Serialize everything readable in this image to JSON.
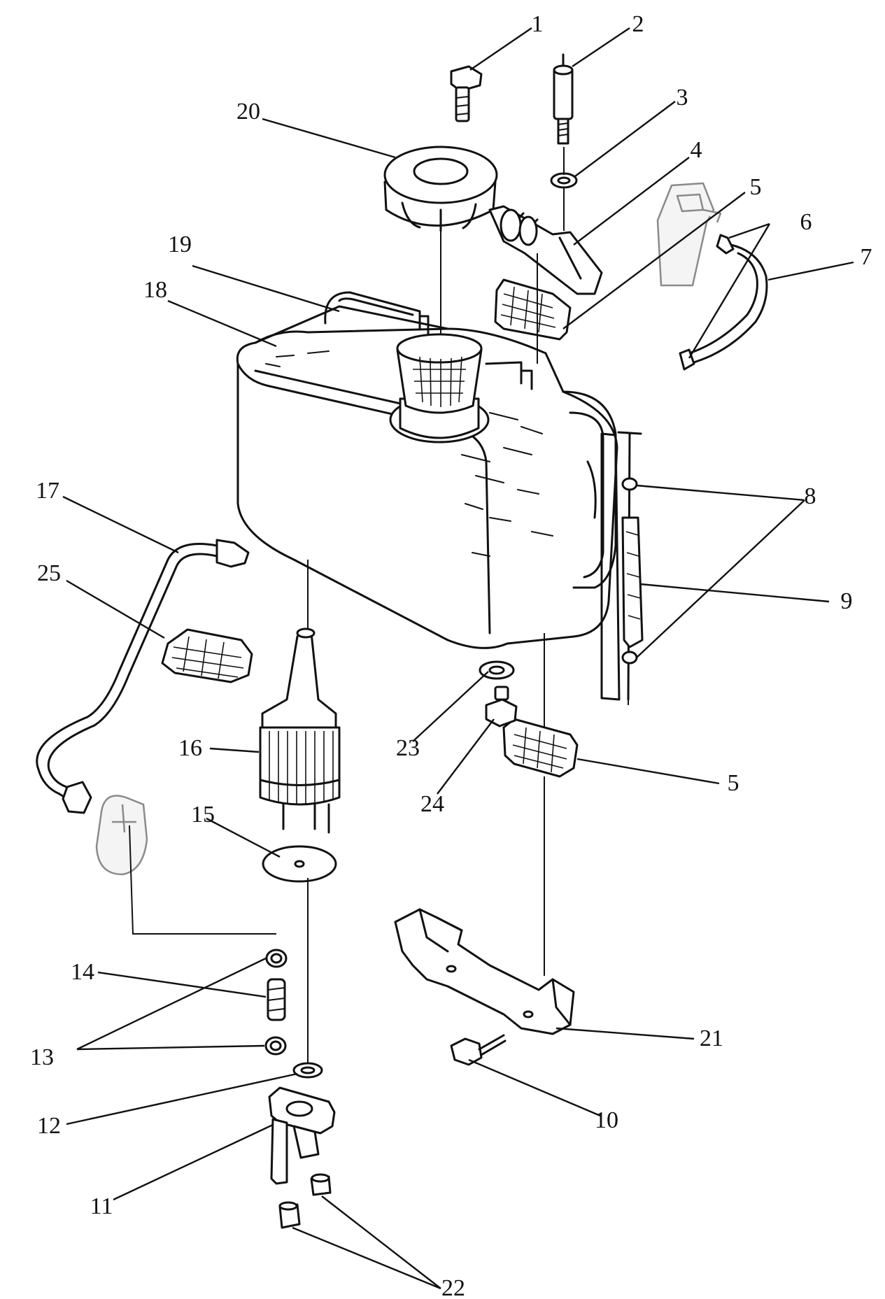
{
  "callouts": [
    {
      "id": "1",
      "text": "1"
    },
    {
      "id": "2",
      "text": "2"
    },
    {
      "id": "3",
      "text": "3"
    },
    {
      "id": "4",
      "text": "4"
    },
    {
      "id": "5a",
      "text": "5"
    },
    {
      "id": "6",
      "text": "6"
    },
    {
      "id": "7",
      "text": "7"
    },
    {
      "id": "8",
      "text": "8"
    },
    {
      "id": "9",
      "text": "9"
    },
    {
      "id": "10",
      "text": "10"
    },
    {
      "id": "11",
      "text": "11"
    },
    {
      "id": "12",
      "text": "12"
    },
    {
      "id": "13",
      "text": "13"
    },
    {
      "id": "14",
      "text": "14"
    },
    {
      "id": "15",
      "text": "15"
    },
    {
      "id": "16",
      "text": "16"
    },
    {
      "id": "17",
      "text": "17"
    },
    {
      "id": "18",
      "text": "18"
    },
    {
      "id": "19",
      "text": "19"
    },
    {
      "id": "20",
      "text": "20"
    },
    {
      "id": "21",
      "text": "21"
    },
    {
      "id": "22",
      "text": "22"
    },
    {
      "id": "23",
      "text": "23"
    },
    {
      "id": "24",
      "text": "24"
    },
    {
      "id": "25",
      "text": "25"
    },
    {
      "id": "5b",
      "text": "5"
    }
  ]
}
